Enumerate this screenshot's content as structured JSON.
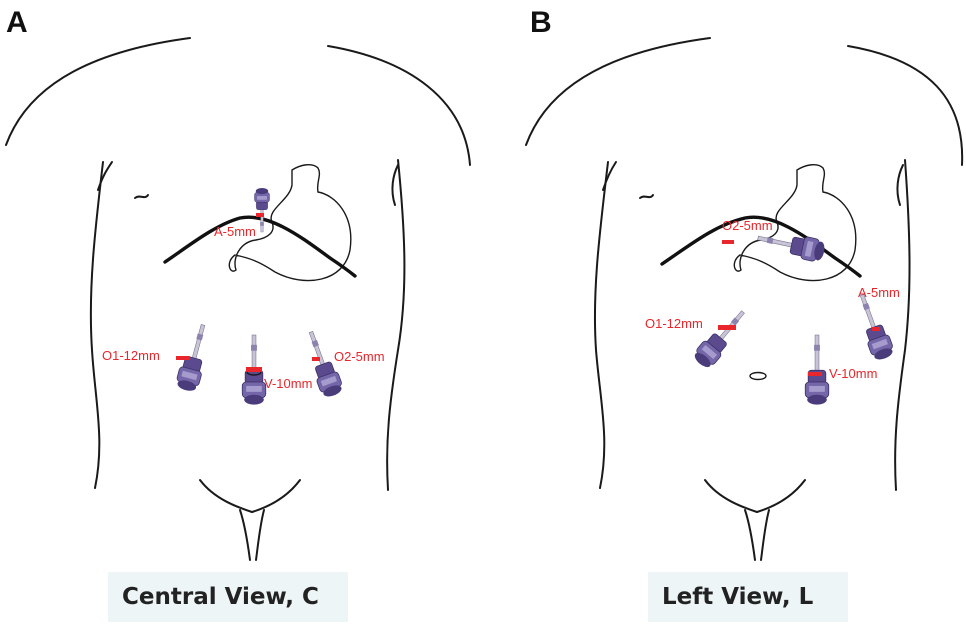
{
  "panels": [
    {
      "letter": "A",
      "caption": "Central View, C",
      "ports": [
        {
          "label": "A-5mm"
        },
        {
          "label": "O1-12mm"
        },
        {
          "label": "V-10mm"
        },
        {
          "label": "O2-5mm"
        }
      ]
    },
    {
      "letter": "B",
      "caption": "Left View, L",
      "ports": [
        {
          "label": "O2-5mm"
        },
        {
          "label": "A-5mm"
        },
        {
          "label": "O1-12mm"
        },
        {
          "label": "V-10mm"
        }
      ]
    }
  ],
  "colors": {
    "label": "#e8262b",
    "trocar": "#6a5a9a",
    "outline": "#1a1a1a"
  }
}
